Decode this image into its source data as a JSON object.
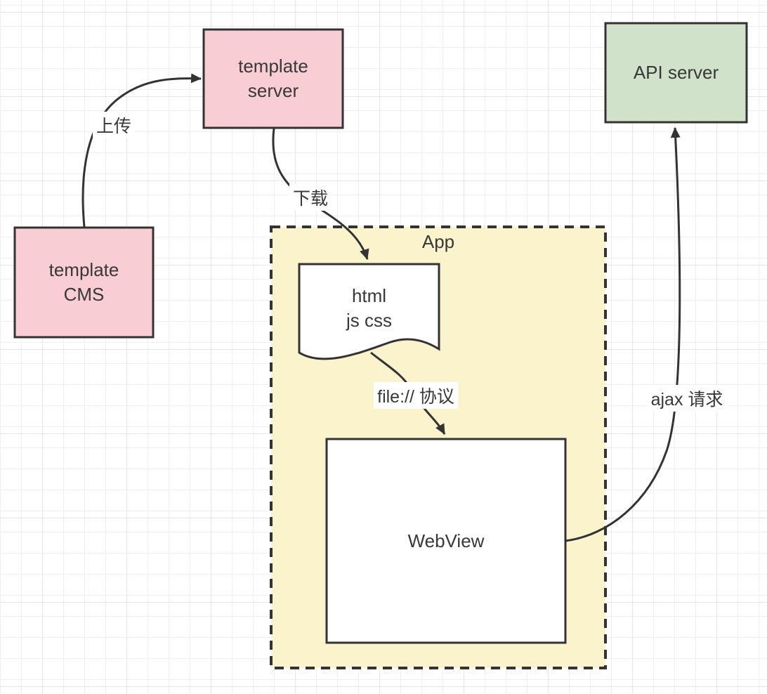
{
  "app": {
    "label": "App"
  },
  "nodes": {
    "template_cms": {
      "line1": "template",
      "line2": "CMS"
    },
    "template_server": {
      "line1": "template",
      "line2": "server"
    },
    "api_server": {
      "label": "API server"
    },
    "html_doc": {
      "line1": "html",
      "line2": "js css"
    },
    "webview": {
      "label": "WebView"
    }
  },
  "edges": {
    "upload": {
      "label": "上传"
    },
    "download": {
      "label": "下载"
    },
    "file_protocol": {
      "label": "file:// 协议"
    },
    "ajax": {
      "label": "ajax 请求"
    }
  },
  "colors": {
    "node_pink": "#f8cdd3",
    "node_green": "#d0e2c9",
    "app_yellow": "#fbf3cc",
    "shape_white": "#ffffff",
    "stroke": "#333333",
    "text": "#383838"
  }
}
